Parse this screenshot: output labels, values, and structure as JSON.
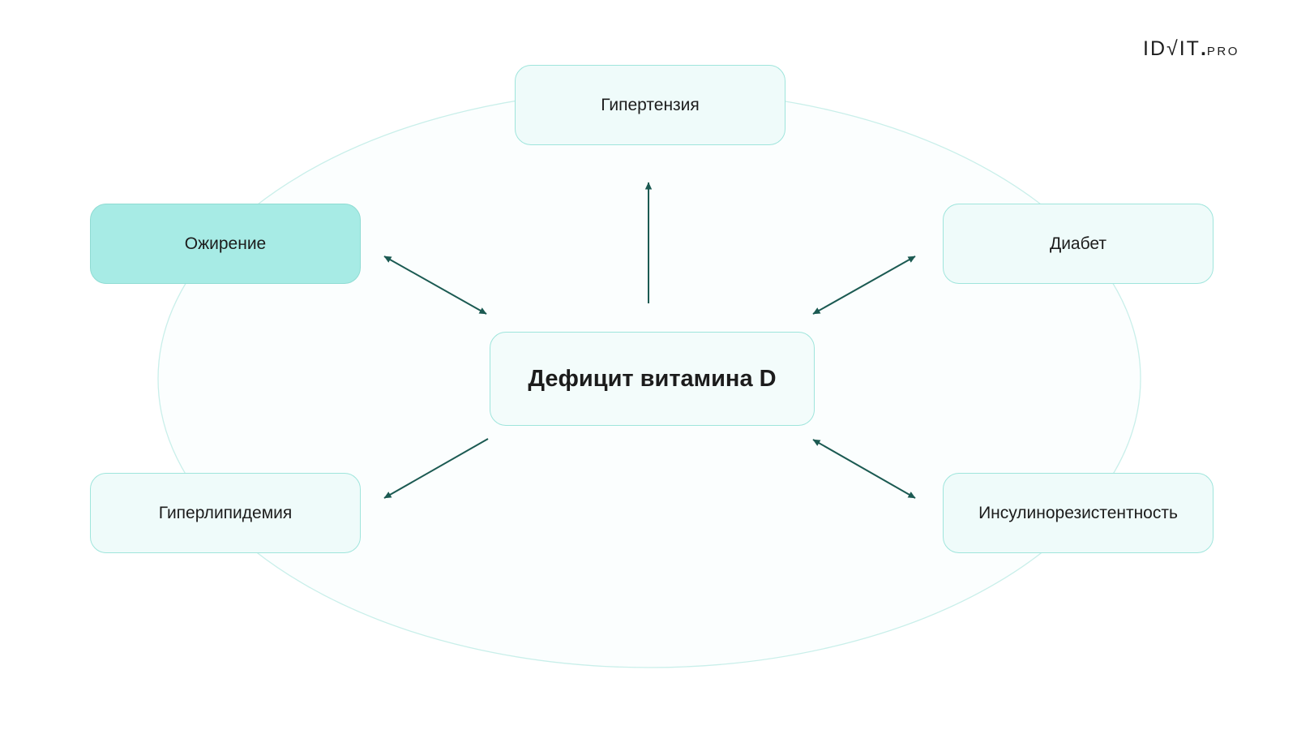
{
  "logo": {
    "main": "ID",
    "mark": "√",
    "name": "IT",
    "dot": ".",
    "suffix": "PRO"
  },
  "diagram": {
    "center": "Дефицит витамина D",
    "nodes": {
      "top": "Гипертензия",
      "top_left": "Ожирение",
      "top_right": "Диабет",
      "bottom_left": "Гиперлипидемия",
      "bottom_right": "Инсулинорезистентность"
    },
    "highlighted_node": "top_left",
    "connections": [
      {
        "from": "center",
        "to": "top",
        "direction": "to"
      },
      {
        "from": "center",
        "to": "top_left",
        "direction": "both"
      },
      {
        "from": "center",
        "to": "top_right",
        "direction": "both"
      },
      {
        "from": "center",
        "to": "bottom_left",
        "direction": "to"
      },
      {
        "from": "center",
        "to": "bottom_right",
        "direction": "both"
      }
    ]
  },
  "colors": {
    "accent_fill": "#a7ebe5",
    "node_fill": "#effbfa",
    "node_border": "#9fe5dc",
    "ellipse_fill": "#fbfefe",
    "ellipse_stroke": "#c9efea",
    "arrow": "#1b5a52",
    "text": "#1c1c1c"
  }
}
